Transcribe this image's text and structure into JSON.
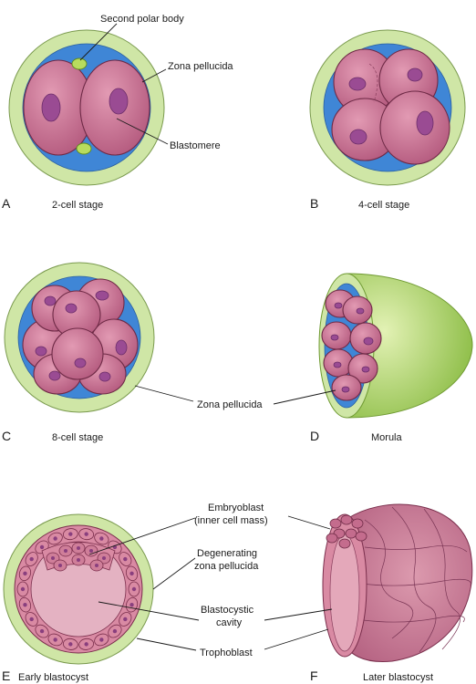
{
  "colors": {
    "zona": "#cfe6a6",
    "cavity_fluid": "#3f86d6",
    "blastomere": "#c96d8f",
    "nucleus": "#9a4b93",
    "polar_body": "#b8dc5e",
    "trophoblast": "#d98aa3"
  },
  "panels": {
    "A": {
      "letter": "A",
      "caption": "2-cell stage"
    },
    "B": {
      "letter": "B",
      "caption": "4-cell stage"
    },
    "C": {
      "letter": "C",
      "caption": "8-cell stage"
    },
    "D": {
      "letter": "D",
      "caption": "Morula"
    },
    "E": {
      "letter": "E",
      "caption": "Early blastocyst"
    },
    "F": {
      "letter": "F",
      "caption": "Later blastocyst"
    }
  },
  "labels": {
    "second_polar_body": "Second polar body",
    "zona_pellucida_top": "Zona pellucida",
    "blastomere": "Blastomere",
    "zona_pellucida_mid": "Zona pellucida",
    "embryoblast_line1": "Embryoblast",
    "embryoblast_line2": "(inner cell mass)",
    "degenerating_line1": "Degenerating",
    "degenerating_line2": "zona pellucida",
    "cavity_line1": "Blastocystic",
    "cavity_line2": "cavity",
    "trophoblast": "Trophoblast"
  }
}
